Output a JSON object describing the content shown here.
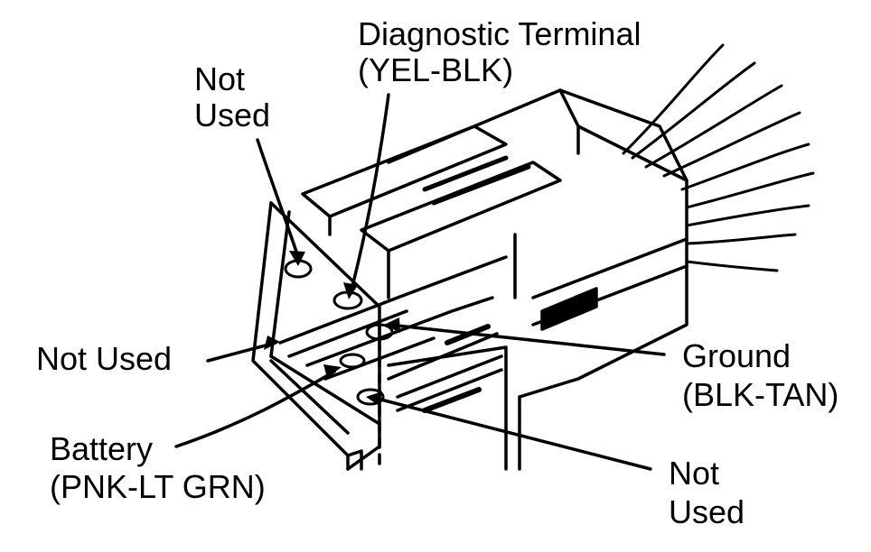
{
  "labels": {
    "diag_line1": "Diagnostic Terminal",
    "diag_line2": "(YEL-BLK)",
    "nu_top_line1": "Not",
    "nu_top_line2": "Used",
    "nu_left": "Not Used",
    "ground_line1": "Ground",
    "ground_line2": "(BLK-TAN)",
    "battery_line1": "Battery",
    "battery_line2": "(PNK-LT GRN)",
    "nu_bottom_line1": "Not",
    "nu_bottom_line2": "Used"
  },
  "colors": {
    "ink": "#000000",
    "paper": "#ffffff"
  }
}
